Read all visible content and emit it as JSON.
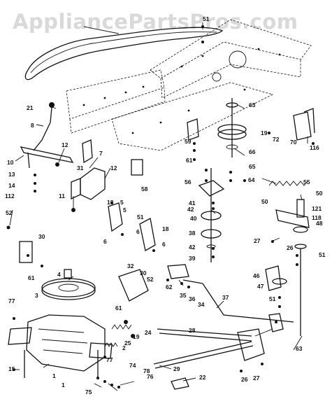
{
  "watermark": "AppliancePartsPros.com",
  "callouts": [
    {
      "label": "1"
    },
    {
      "label": "2"
    },
    {
      "label": "3"
    },
    {
      "label": "4"
    },
    {
      "label": "5"
    },
    {
      "label": "6"
    },
    {
      "label": "7"
    },
    {
      "label": "8"
    },
    {
      "label": "10"
    },
    {
      "label": "11"
    },
    {
      "label": "12"
    },
    {
      "label": "12"
    },
    {
      "label": "13"
    },
    {
      "label": "14"
    },
    {
      "label": "15"
    },
    {
      "label": "18"
    },
    {
      "label": "18"
    },
    {
      "label": "19"
    },
    {
      "label": "19"
    },
    {
      "label": "21"
    },
    {
      "label": "22"
    },
    {
      "label": "24"
    },
    {
      "label": "25"
    },
    {
      "label": "26"
    },
    {
      "label": "26"
    },
    {
      "label": "27"
    },
    {
      "label": "27"
    },
    {
      "label": "28"
    },
    {
      "label": "29"
    },
    {
      "label": "30"
    },
    {
      "label": "30"
    },
    {
      "label": "31"
    },
    {
      "label": "32"
    },
    {
      "label": "34"
    },
    {
      "label": "35"
    },
    {
      "label": "36"
    },
    {
      "label": "37"
    },
    {
      "label": "38"
    },
    {
      "label": "39"
    },
    {
      "label": "40"
    },
    {
      "label": "41"
    },
    {
      "label": "42"
    },
    {
      "label": "42"
    },
    {
      "label": "46"
    },
    {
      "label": "47"
    },
    {
      "label": "48"
    },
    {
      "label": "50"
    },
    {
      "label": "50"
    },
    {
      "label": "51"
    },
    {
      "label": "51"
    },
    {
      "label": "51"
    },
    {
      "label": "52"
    },
    {
      "label": "52"
    },
    {
      "label": "55"
    },
    {
      "label": "56"
    },
    {
      "label": "58"
    },
    {
      "label": "59"
    },
    {
      "label": "61"
    },
    {
      "label": "61"
    },
    {
      "label": "61"
    },
    {
      "label": "62"
    },
    {
      "label": "63"
    },
    {
      "label": "63"
    },
    {
      "label": "64"
    },
    {
      "label": "65"
    },
    {
      "label": "66"
    },
    {
      "label": "70"
    },
    {
      "label": "72"
    },
    {
      "label": "74"
    },
    {
      "label": "75"
    },
    {
      "label": "76"
    },
    {
      "label": "77"
    },
    {
      "label": "77"
    },
    {
      "label": "78"
    },
    {
      "label": "112"
    },
    {
      "label": "116"
    },
    {
      "label": "118"
    },
    {
      "label": "121"
    },
    {
      "label": "51"
    },
    {
      "label": "5"
    },
    {
      "label": "6"
    },
    {
      "label": "6"
    },
    {
      "label": "1"
    }
  ]
}
